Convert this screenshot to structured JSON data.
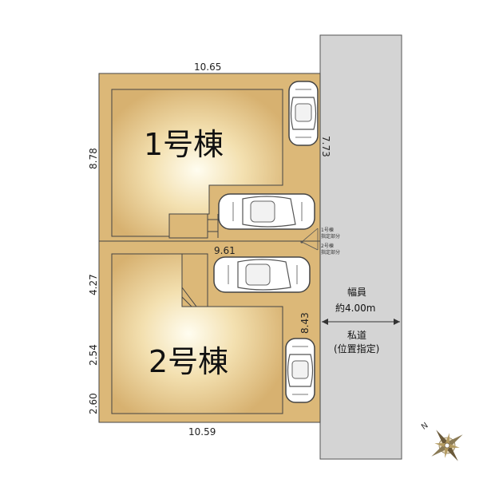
{
  "lot1": {
    "name": "1号棟",
    "top_dim": "10.65",
    "left_dim": "8.78",
    "right_dim": "7.73"
  },
  "lot2": {
    "name": "2号棟",
    "boundary_dim": "9.61",
    "left_dim_upper": "4.27",
    "left_dim_mid": "2.54",
    "left_dim_lower": "2.60",
    "bottom_dim": "10.59",
    "right_dim": "8.43"
  },
  "road": {
    "width_label": "幅員",
    "width_value": "約4.00m",
    "type_label": "私道",
    "type_note": "(位置指定)"
  },
  "corner_notes": {
    "lot1_part": "1号棟",
    "lot1_part_2": "指定部分",
    "lot2_part": "2号棟",
    "lot2_part_2": "指定部分"
  },
  "compass": {
    "north_label": "N"
  },
  "colors": {
    "lot_fill": "#dcb878",
    "lot_center": "#fffbea",
    "road_fill": "#d4d4d4",
    "outline": "#444444"
  }
}
